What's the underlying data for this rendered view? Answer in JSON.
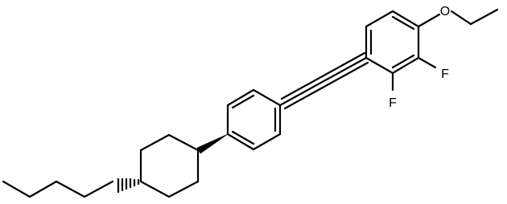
{
  "structure": {
    "atom_labels": {
      "oxygen": "O",
      "fluorine_top": "F",
      "fluorine_bottom": "F"
    },
    "stereo_bonds": [
      "wedge",
      "hash"
    ],
    "colors": {
      "bonds": "#000000",
      "background": "#ffffff"
    }
  }
}
